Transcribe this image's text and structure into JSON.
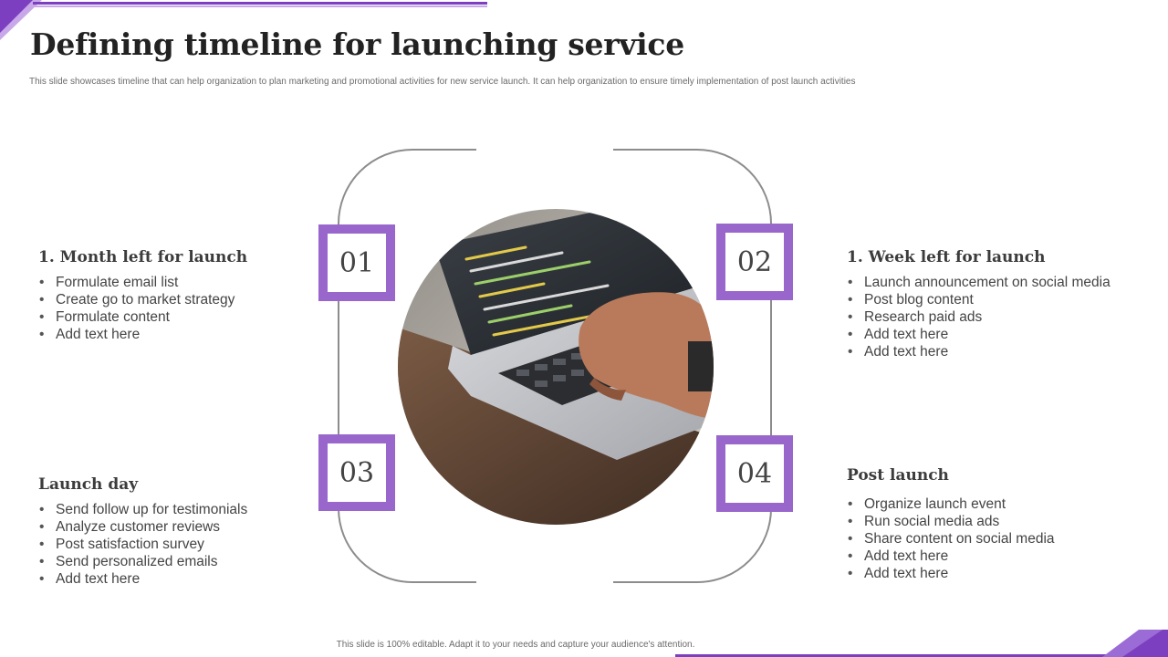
{
  "title": "Defining timeline for launching service",
  "subtitle": "This slide showcases timeline that can help organization to plan marketing and promotional activities for new service launch. It can help organization to ensure timely implementation  of post launch activities",
  "steps": [
    {
      "number": "01",
      "heading": "1. Month left for launch",
      "items": [
        "Formulate email list",
        "Create go to market strategy",
        "Formulate content",
        "Add text here"
      ]
    },
    {
      "number": "02",
      "heading": "1. Week left for launch",
      "items": [
        "Launch announcement on social media",
        "Post blog content",
        "Research paid ads",
        "Add text here",
        "Add text here"
      ]
    },
    {
      "number": "03",
      "heading": "Launch day",
      "items": [
        "Send follow up for testimonials",
        "Analyze customer reviews",
        "Post satisfaction survey",
        "Send personalized emails",
        "Add text here"
      ]
    },
    {
      "number": "04",
      "heading": "Post launch",
      "items": [
        "Organize launch event",
        "Run social media ads",
        "Share content on social media",
        "Add text here",
        "Add text here"
      ]
    }
  ],
  "photo_icon": "laptop-typing-photo",
  "footer": "This slide is 100% editable. Adapt it to your needs and capture your audience's attention.",
  "colors": {
    "accent": "#9966cc",
    "frame": "#8c8c8c",
    "title": "#222222"
  }
}
